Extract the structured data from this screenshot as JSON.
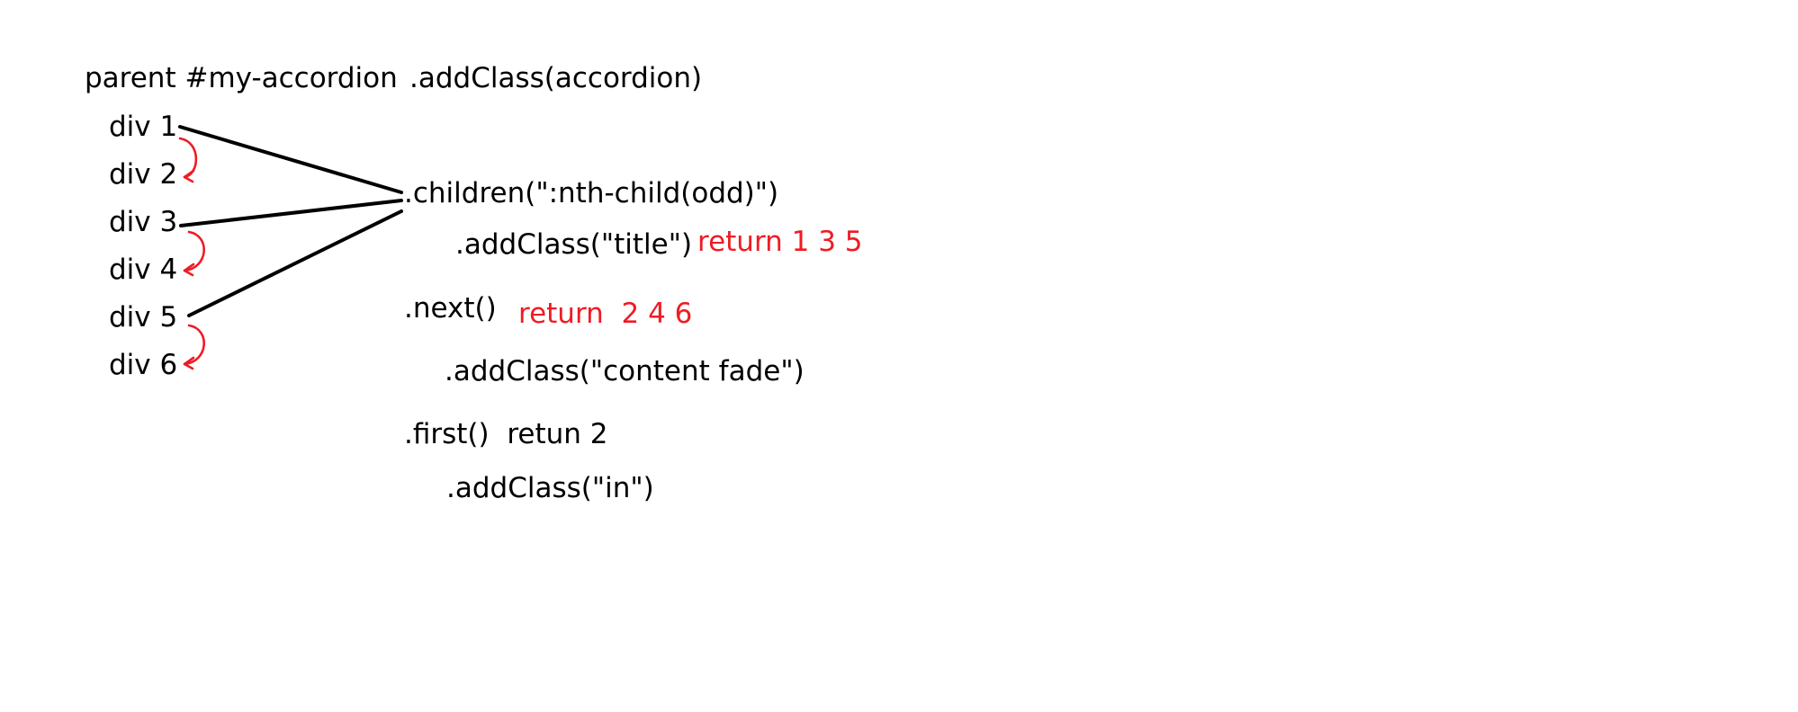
{
  "colors": {
    "text": "#000000",
    "annotation": "#ee1c24",
    "connector": "#000000",
    "background": "#ffffff"
  },
  "parent_label": "parent #my-accordion",
  "children": [
    {
      "label": "div 1"
    },
    {
      "label": "div 2"
    },
    {
      "label": "div 3"
    },
    {
      "label": "div 4"
    },
    {
      "label": "div 5"
    },
    {
      "label": "div 6"
    }
  ],
  "chain": [
    {
      "code": ".addClass(accordion)"
    },
    {
      "code": ".children(\":nth-child(odd)\")"
    },
    {
      "code": ".addClass(\"title\")",
      "note": "return 1 3 5"
    },
    {
      "code": ".next()",
      "note": "return  2 4 6"
    },
    {
      "code": ".addClass(\"content fade\")"
    },
    {
      "code": ".first()  retun 2"
    },
    {
      "code": ".addClass(\"in\")"
    }
  ],
  "connectors": {
    "odd_children_to_children_call": [
      "div 1",
      "div 3",
      "div 5"
    ],
    "next_arrows": [
      [
        "div 1",
        "div 2"
      ],
      [
        "div 3",
        "div 4"
      ],
      [
        "div 5",
        "div 6"
      ]
    ]
  }
}
